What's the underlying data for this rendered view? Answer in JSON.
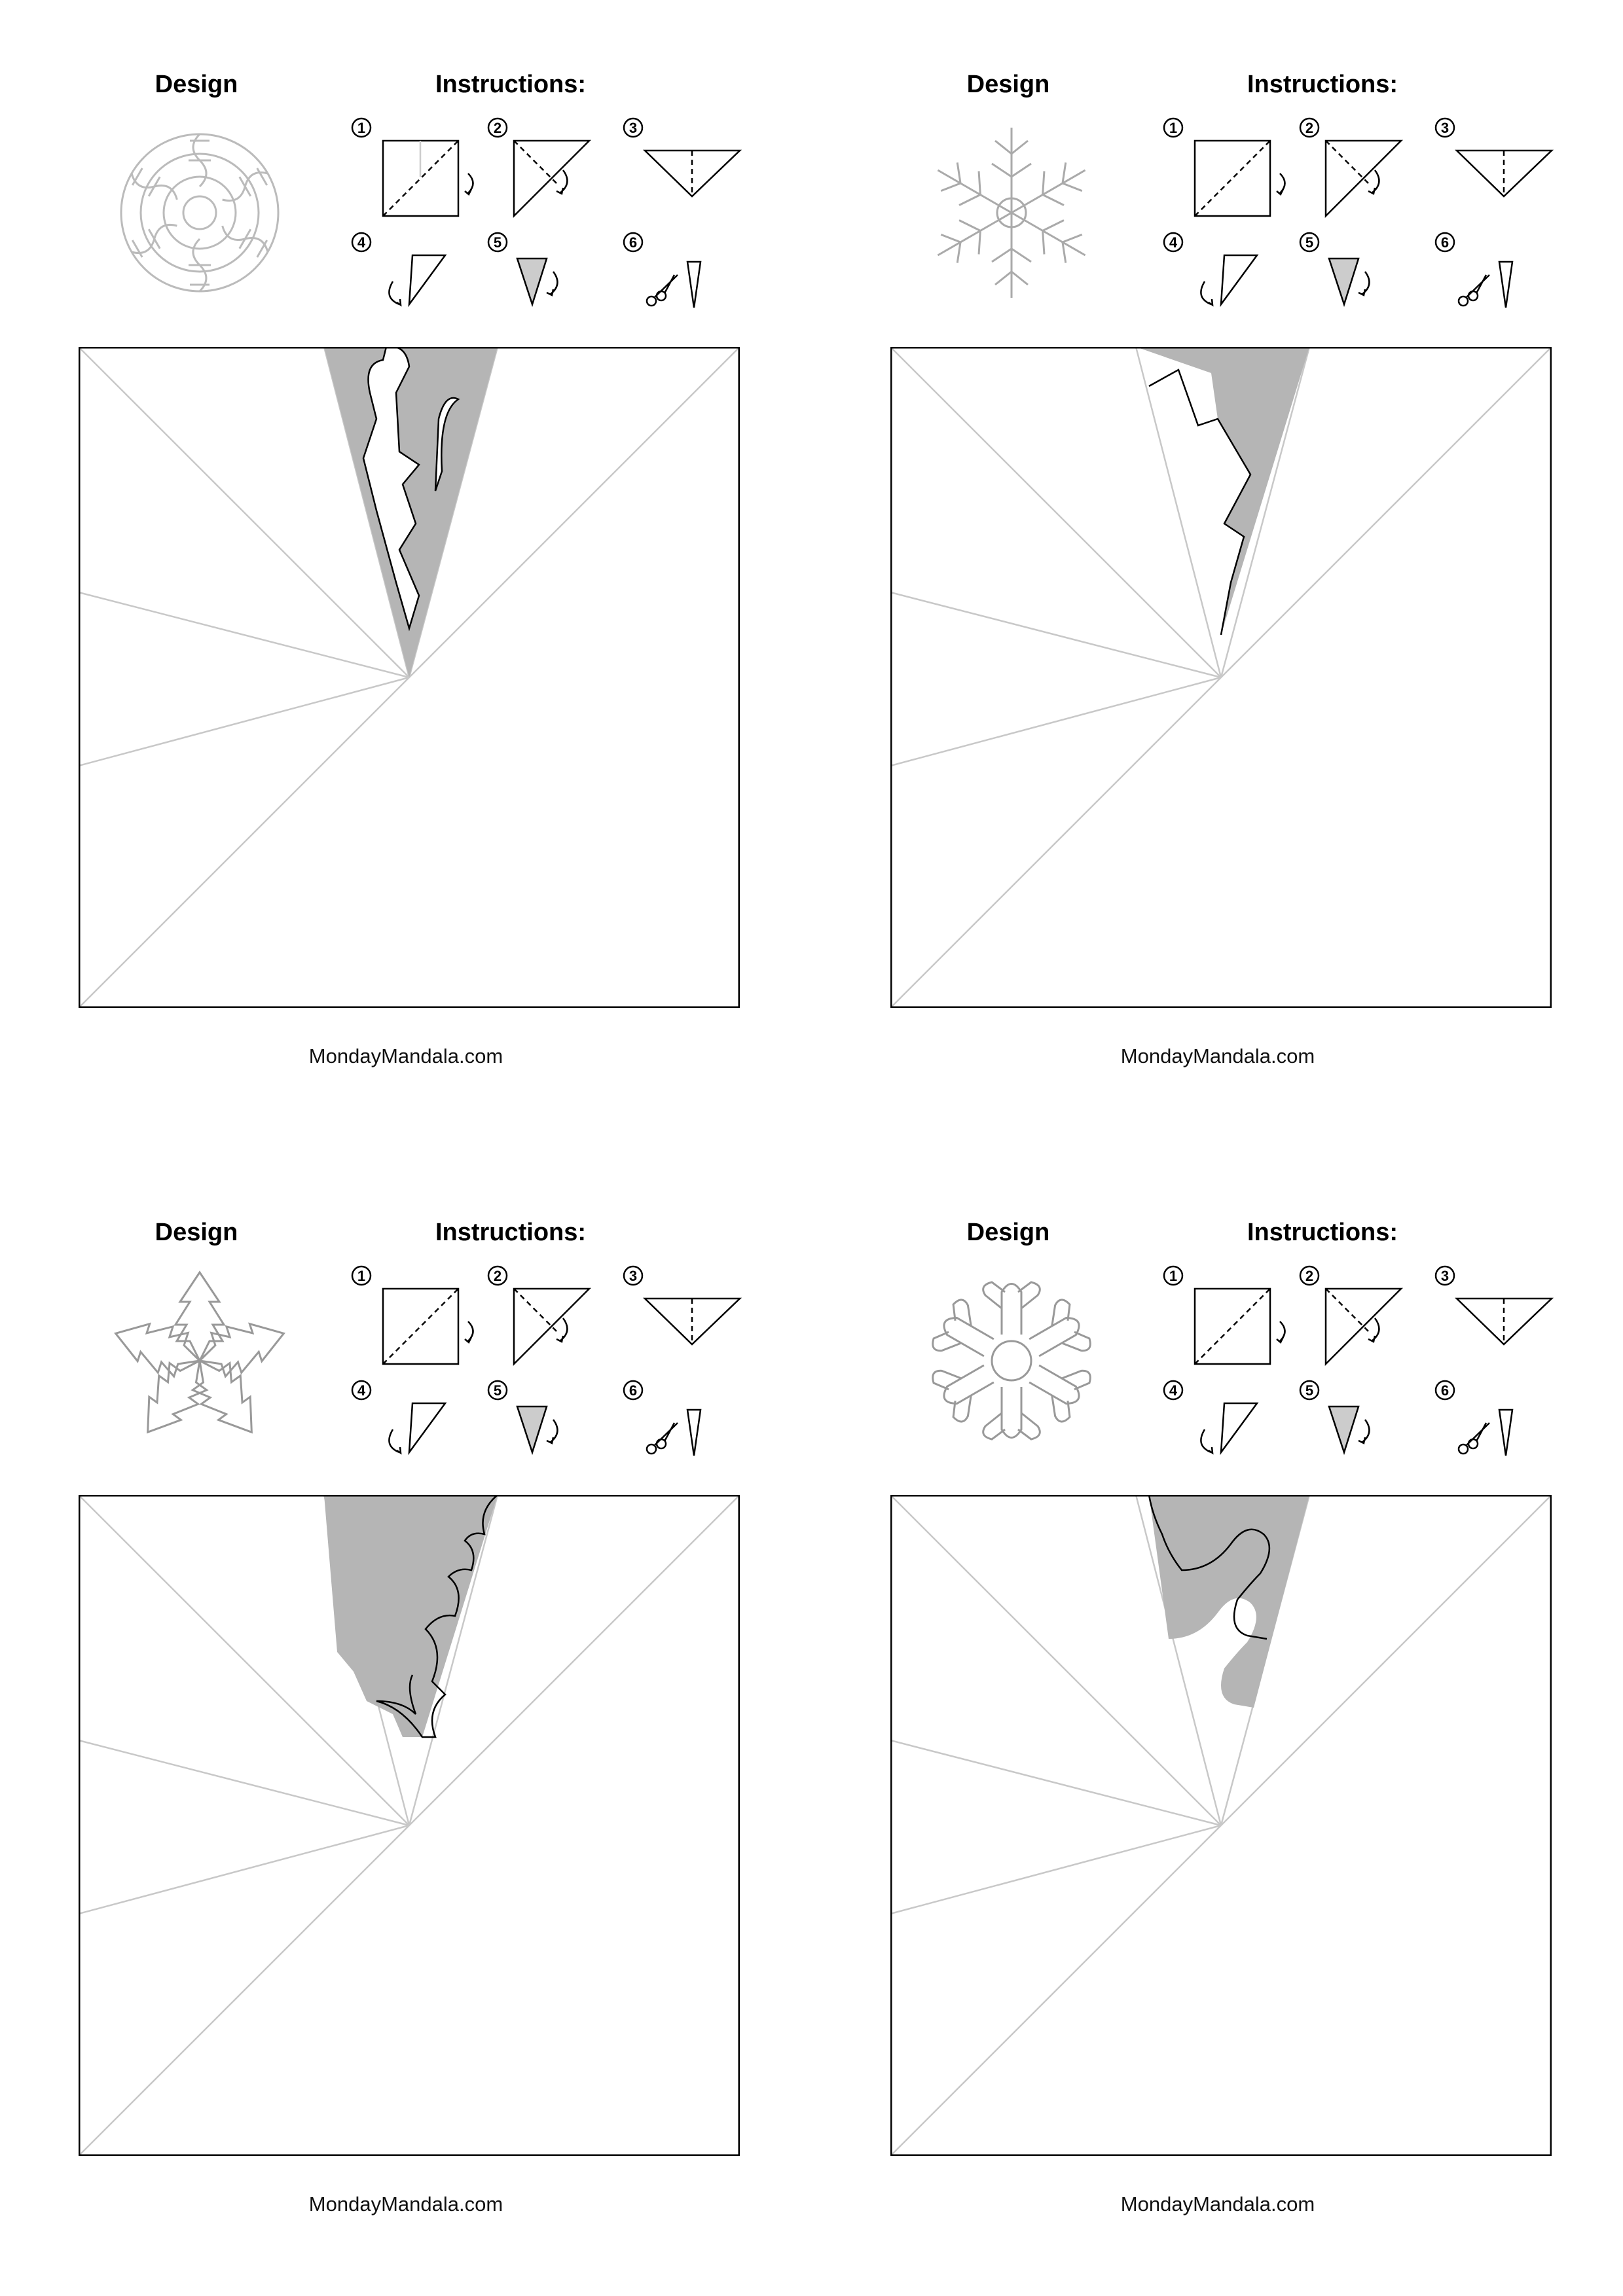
{
  "page_title": "",
  "panels": [
    {
      "design_label": "Design",
      "instructions_label": "Instructions:",
      "footer": "MondayMandala.com",
      "design_icon": "snowflake-ornate-icon",
      "cut_pattern": "candy-cane-pattern"
    },
    {
      "design_label": "Design",
      "instructions_label": "Instructions:",
      "footer": "MondayMandala.com",
      "design_icon": "snowflake-star-icon",
      "cut_pattern": "zigzag-pattern"
    },
    {
      "design_label": "Design",
      "instructions_label": "Instructions:",
      "footer": "MondayMandala.com",
      "design_icon": "snowflake-tree-icon",
      "cut_pattern": "tree-pattern"
    },
    {
      "design_label": "Design",
      "instructions_label": "Instructions:",
      "footer": "MondayMandala.com",
      "design_icon": "snowflake-simple-icon",
      "cut_pattern": "hook-pattern"
    }
  ],
  "steps": [
    "1",
    "2",
    "3",
    "4",
    "5",
    "6"
  ],
  "colors": {
    "cut_shade": "#b5b5b5",
    "guide_line": "#c8c8c8",
    "outline": "#000000"
  }
}
